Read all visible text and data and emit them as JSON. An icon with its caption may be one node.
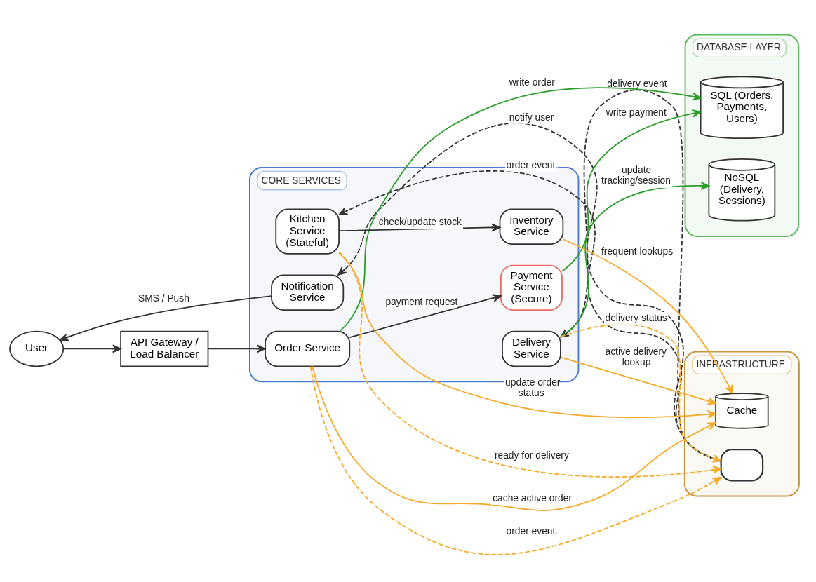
{
  "diagram": {
    "nodes": [
      {
        "text": [
          "User"
        ]
      },
      {
        "text": [
          "API Gateway / Load Balancer"
        ]
      },
      {
        "text": [
          "CORE SERVICES"
        ]
      },
      {
        "text": [
          "Kitchen Service (Stateful)"
        ],
        "in": 2
      },
      {
        "text": [
          "Inventory Service"
        ],
        "in": 2
      },
      {
        "text": [
          "Notification Service"
        ],
        "in": 2
      },
      {
        "text": [
          "Order Service"
        ],
        "in": 2
      },
      {
        "text": [
          "Delivery Service"
        ],
        "in": 2
      },
      {
        "text": [
          "Payment Service (Secure)"
        ],
        "in": 2
      },
      {
        "text": [
          "INFRASTRUCTURE"
        ]
      },
      {
        "text": [
          "Cache"
        ],
        "in": 9
      },
      {
        "text": [],
        "shape": "box",
        "in": 9
      },
      {
        "text": [
          "DATABASE LAYER"
        ]
      },
      {
        "text": [
          "NoSQL (Delivery, Sessions)"
        ],
        "in": 12
      },
      {
        "text": [
          "SQL (Orders, Payments, Users)"
        ],
        "in": 12
      }
    ],
    "edges": [
      {
        "from": 0,
        "to": 1,
        "arrow": "to"
      },
      {
        "from": 1,
        "to": 6,
        "arrow": "to"
      },
      {
        "from": 5,
        "to": 0,
        "label": "SMS / Push",
        "arrow": "to"
      },
      {
        "from": 3,
        "to": 4,
        "label": "check/update stock",
        "arrow": "to"
      },
      {
        "from": 3,
        "to": 10,
        "label": "update order status",
        "arrow": "to",
        "color": "#f7a928"
      },
      {
        "from": 4,
        "to": 10,
        "label": "frequent lookups",
        "arrow": "to",
        "color": "#f7a928"
      },
      {
        "from": 3,
        "to": 11,
        "label": "ready for delivery",
        "arrow": "to",
        "style": "dashed",
        "color": "#f7a928"
      },
      {
        "from": 11,
        "to": 3,
        "label": "order event.",
        "arrow": "to",
        "style": "dashed"
      },
      {
        "from": 11,
        "to": 5,
        "label": "notify user",
        "arrow": "to",
        "style": "dashed"
      },
      {
        "from": 6,
        "to": 10,
        "label": "cache active order",
        "arrow": "to",
        "color": "#f7a928"
      },
      {
        "from": 6,
        "to": 11,
        "label": "order event.",
        "arrow": "to",
        "style": "dashed",
        "color": "#f7a928"
      },
      {
        "from": 7,
        "to": 10,
        "label": "active delivery lookup",
        "arrow": "to",
        "color": "#f7a928"
      },
      {
        "from": 7,
        "to": 11,
        "label": "delivery status",
        "arrow": "to",
        "style": "dashed",
        "color": "#f7a928"
      },
      {
        "from": 11,
        "to": 7,
        "label": "delivery event",
        "arrow": "to",
        "style": "dashed"
      },
      {
        "from": 6,
        "to": 8,
        "label": "payment request",
        "arrow": "to"
      },
      {
        "from": 6,
        "to": 14,
        "label": "write order",
        "arrow": "to",
        "color": "#2a9d2a"
      },
      {
        "from": 8,
        "to": 14,
        "label": "write payment",
        "arrow": "to",
        "color": "#2a9d2a"
      },
      {
        "from": 7,
        "to": 13,
        "label": "update tracking/session",
        "arrow": "to",
        "color": "#2a9d2a"
      }
    ]
  }
}
